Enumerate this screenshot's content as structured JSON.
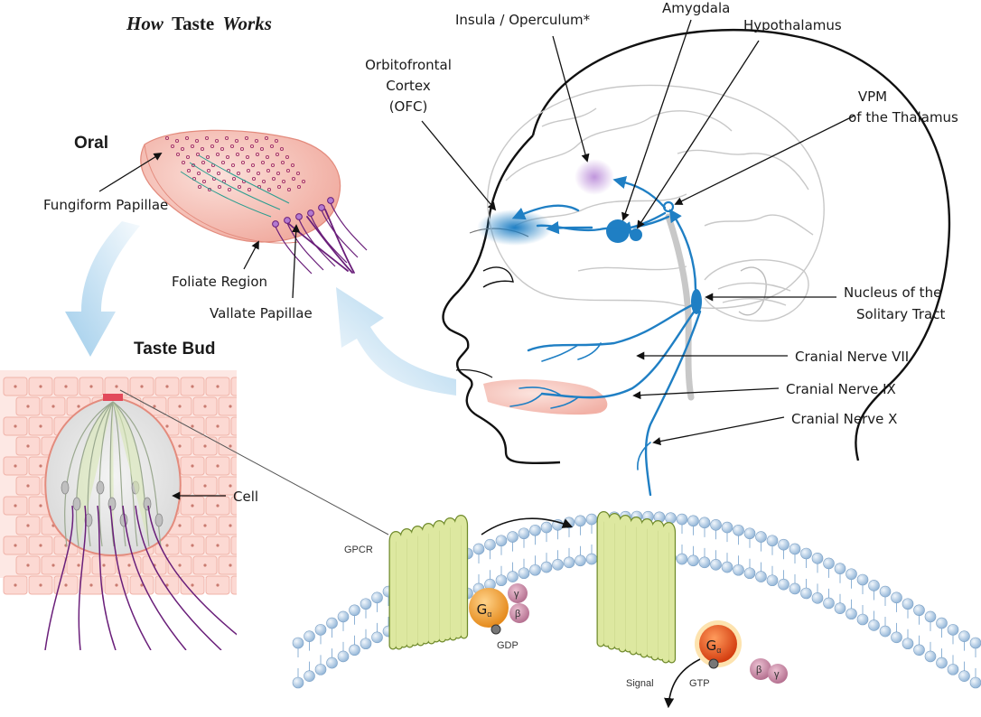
{
  "title": {
    "italic_1": "How",
    "regular": "Taste",
    "italic_2": "Works"
  },
  "sections": {
    "oral": "Oral",
    "taste_bud": "Taste Bud"
  },
  "labels": {
    "fungiform": "Fungiform Papillae",
    "foliate": "Foliate Region",
    "vallate": "Vallate Papillae",
    "cell": "Cell",
    "insula": "Insula / Operculum*",
    "amygdala": "Amygdala",
    "hypothalamus": "Hypothalamus",
    "ofc_1": "Orbitofrontal",
    "ofc_2": "Cortex",
    "ofc_3": "(OFC)",
    "vpm_1": "VPM",
    "vpm_2": "of the Thalamus",
    "nts_1": "Nucleus of  the",
    "nts_2": "Solitary Tract",
    "cn7": "Cranial Nerve VII",
    "cn9": "Cranial Nerve IX",
    "cn10": "Cranial Nerve X"
  },
  "membrane": {
    "gpcr": "GPCR",
    "g_alpha_1": "G",
    "alpha_sub_1": "α",
    "gamma_1": "γ",
    "beta_1": "β",
    "gdp": "GDP",
    "g_alpha_2": "G",
    "alpha_sub_2": "α",
    "beta_2": "β",
    "gamma_2": "γ",
    "gtp": "GTP",
    "signal": "Signal"
  },
  "colors": {
    "nerve_blue": "#1f7fc4",
    "arrow_light_blue": "#9ccbea",
    "tongue_pink": "#f3b8b0",
    "papilla_purple": "#8a3a9a",
    "helix_green": "#dde8a0",
    "g_alpha_orange": "#f2a43a",
    "g_alpha_red": "#e85a1e",
    "beta_gamma_pink": "#c98aa6",
    "lipid_blue": "#a9c7e3"
  }
}
